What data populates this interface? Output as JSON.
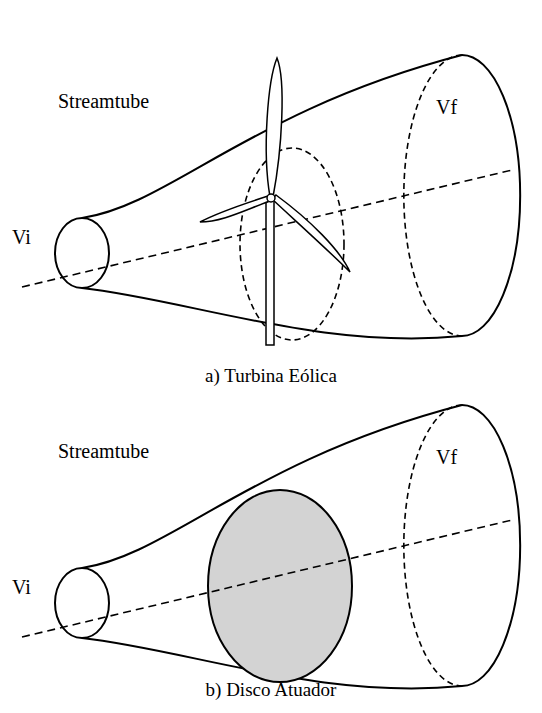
{
  "diagram": {
    "labels": [
      "Streamtube",
      "Vi",
      "Vf",
      "a) Turbina Eólica",
      "Streamtube",
      "Vi",
      "Vf",
      "b) Disco Atuador"
    ]
  }
}
